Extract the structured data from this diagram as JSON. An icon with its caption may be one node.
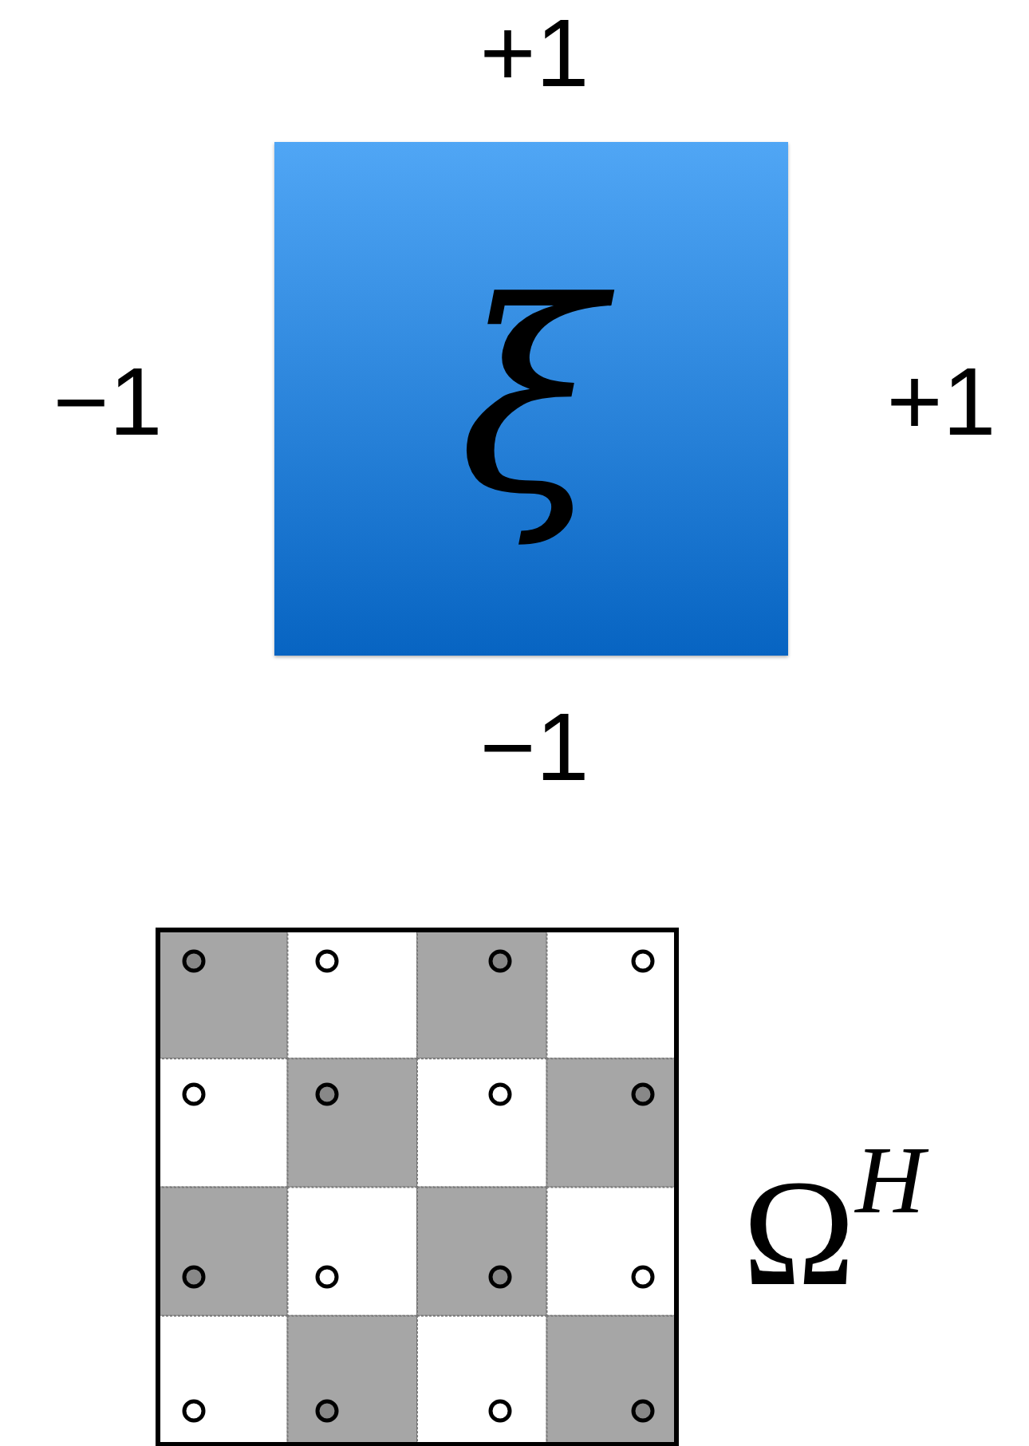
{
  "diagram": {
    "nodes": [
      {
        "text": [
          "ξ"
        ]
      }
    ],
    "labels": [
      "+1",
      "−1",
      "+1",
      "−1",
      "Ω$^{H}$"
    ]
  }
}
